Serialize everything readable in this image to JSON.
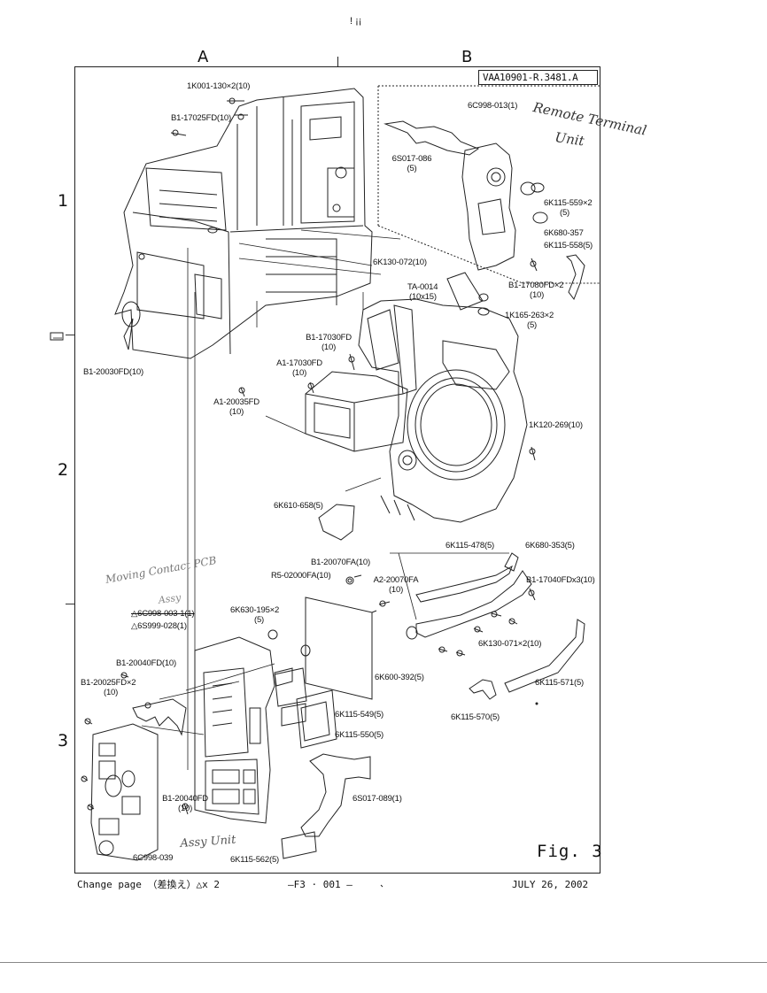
{
  "header": {
    "top_marks": "! ¡¡",
    "column_a": "A",
    "column_b": "B",
    "doc_number": "VAA10901-R.3481.A"
  },
  "row_numbers": [
    "1",
    "2",
    "3"
  ],
  "parts": {
    "p1": "1K001-130×2(10)",
    "p2": "B1-17025FD(10)",
    "p3": "6C998-013(1)",
    "p4a": "6S017-086",
    "p4b": "(5)",
    "p5a": "6K115-559×2",
    "p5b": "(5)",
    "p6": "6K680-357",
    "p7": "6K115-558(5)",
    "p8": "6K130-072(10)",
    "p9a": "B1-17080FD×2",
    "p9b": "(10)",
    "p10a": "TA-0014",
    "p10b": "(10x15)",
    "p11a": "1K165-263×2",
    "p11b": "(5)",
    "p12a": "B1-17030FD",
    "p12b": "(10)",
    "p13a": "A1-17030FD",
    "p13b": "(10)",
    "p14": "B1-20030FD(10)",
    "p15a": "A1-20035FD",
    "p15b": "(10)",
    "p16": "1K120-269(10)",
    "p17": "6K610-658(5)",
    "p18": "6K115-478(5)",
    "p19": "6K680-353(5)",
    "p20": "B1-20070FA(10)",
    "p21": "R5-02000FA(10)",
    "p22a": "A2-20070FA",
    "p22b": "(10)",
    "p23": "B1-17040FDx3(10)",
    "p24a": "6K630-195×2",
    "p24b": "(5)",
    "p25": "△6C998-003-1(1)",
    "p26": "△6S999-028(1)",
    "p27": "6K130-071×2(10)",
    "p28": "B1-20040FD(10)",
    "p29a": "B1-20025FD×2",
    "p29b": "(10)",
    "p30": "6K600-392(5)",
    "p31": "6K115-571(5)",
    "p32": "6K115-549(5)",
    "p33": "6K115-570(5)",
    "p34": "6K115-550(5)",
    "p35a": "B1-20040FD",
    "p35b": "(10)",
    "p36": "6S017-089(1)",
    "p37": "6C998-039",
    "p38": "6K115-562(5)"
  },
  "handwriting": {
    "remote": "Remote Terminal",
    "unit": "Unit",
    "aside": "Moving Contact PCB",
    "aside2": "Assy",
    "bottom": "Assy Unit"
  },
  "figure_label": "Fig. 3",
  "footer": {
    "change": "Change page （差換え）△x 2",
    "page": "—F3 · 001 —",
    "date": "JULY 26, 2002"
  }
}
